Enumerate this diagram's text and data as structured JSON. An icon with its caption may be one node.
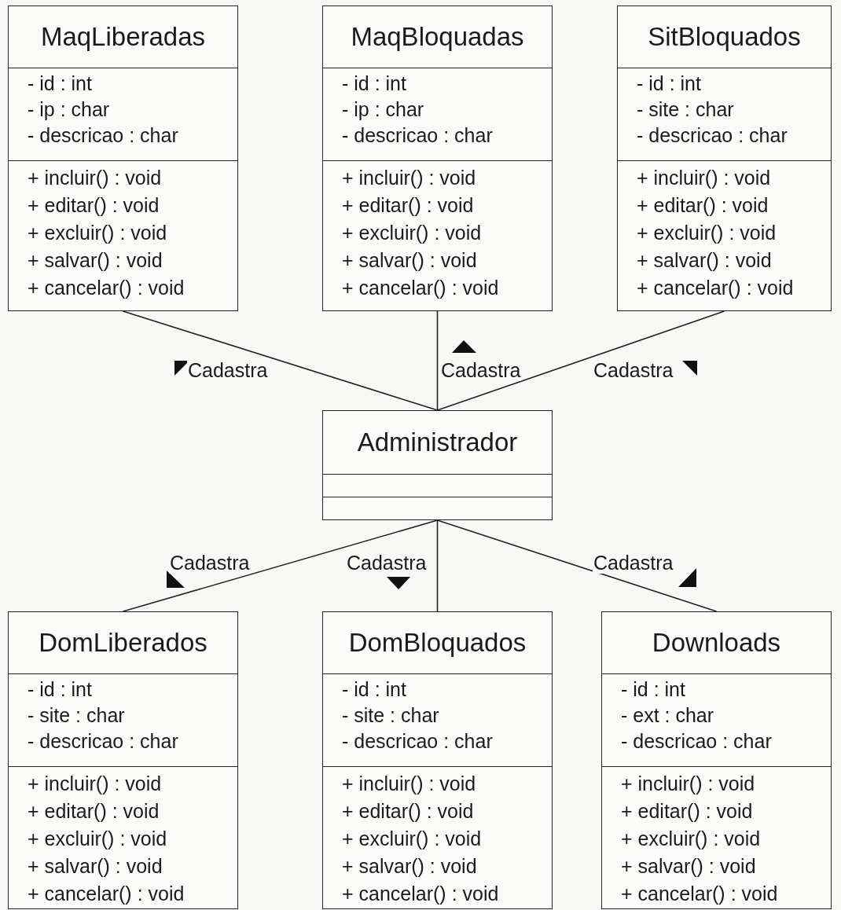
{
  "diagram": {
    "nodes": [
      {
        "text": [
          "MaqLiberadas",
          "- id : int",
          "- ip : char",
          "- descricao : char",
          "+ incluir() : void",
          "+ editar() : void",
          "+ excluir() : void",
          "+ salvar() : void",
          "+ cancelar() : void"
        ]
      },
      {
        "text": [
          "MaqBloquadas",
          "- id : int",
          "- ip : char",
          "- descricao : char",
          "+ incluir() : void",
          "+ editar() : void",
          "+ excluir() : void",
          "+ salvar() : void",
          "+ cancelar() : void"
        ]
      },
      {
        "text": [
          "SitBloquados",
          "- id : int",
          "- site : char",
          "- descricao : char",
          "+ incluir() : void",
          "+ editar() : void",
          "+ excluir() : void",
          "+ salvar() : void",
          "+ cancelar() : void"
        ]
      },
      {
        "text": [
          "Administrador"
        ]
      },
      {
        "text": [
          "DomLiberados",
          "- id : int",
          "- site : char",
          "- descricao : char",
          "+ incluir() : void",
          "+ editar() : void",
          "+ excluir() : void",
          "+ salvar() : void",
          "+ cancelar() : void"
        ]
      },
      {
        "text": [
          "DomBloquados",
          "- id : int",
          "- site : char",
          "- descricao : char",
          "+ incluir() : void",
          "+ editar() : void",
          "+ excluir() : void",
          "+ salvar() : void",
          "+ cancelar() : void"
        ]
      },
      {
        "text": [
          "Downloads",
          "- id : int",
          "- ext : char",
          "- descricao : char",
          "+ incluir() : void",
          "+ editar() : void",
          "+ excluir() : void",
          "+ salvar() : void",
          "+ cancelar() : void"
        ]
      }
    ],
    "edges": [
      {
        "from": 3,
        "to": 0,
        "arrow": "none",
        "label": "Cadastra"
      },
      {
        "from": 3,
        "to": 1,
        "arrow": "none",
        "label": "Cadastra"
      },
      {
        "from": 3,
        "to": 2,
        "arrow": "none",
        "label": "Cadastra"
      },
      {
        "from": 3,
        "to": 4,
        "arrow": "none",
        "label": "Cadastra"
      },
      {
        "from": 3,
        "to": 5,
        "arrow": "none",
        "label": "Cadastra"
      },
      {
        "from": 3,
        "to": 6,
        "arrow": "none",
        "label": "Cadastra"
      }
    ]
  }
}
